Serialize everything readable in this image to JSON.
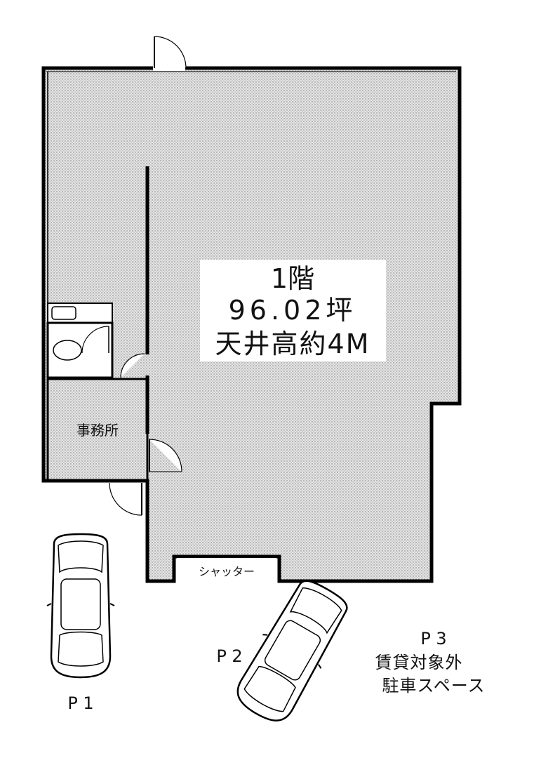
{
  "floor": {
    "line1": "1階",
    "line2": "96.02坪",
    "line3": "天井高約4M"
  },
  "rooms": {
    "office": "事務所",
    "shutter": "シャッター"
  },
  "parking": {
    "p1": "P 1",
    "p2": "P 2",
    "p3": "P 3",
    "p3_note1": "賃貸対象外",
    "p3_note2": "駐車スペース"
  },
  "colors": {
    "wall": "#000000",
    "floor_fill": "#d9d9d9",
    "background": "#ffffff"
  }
}
